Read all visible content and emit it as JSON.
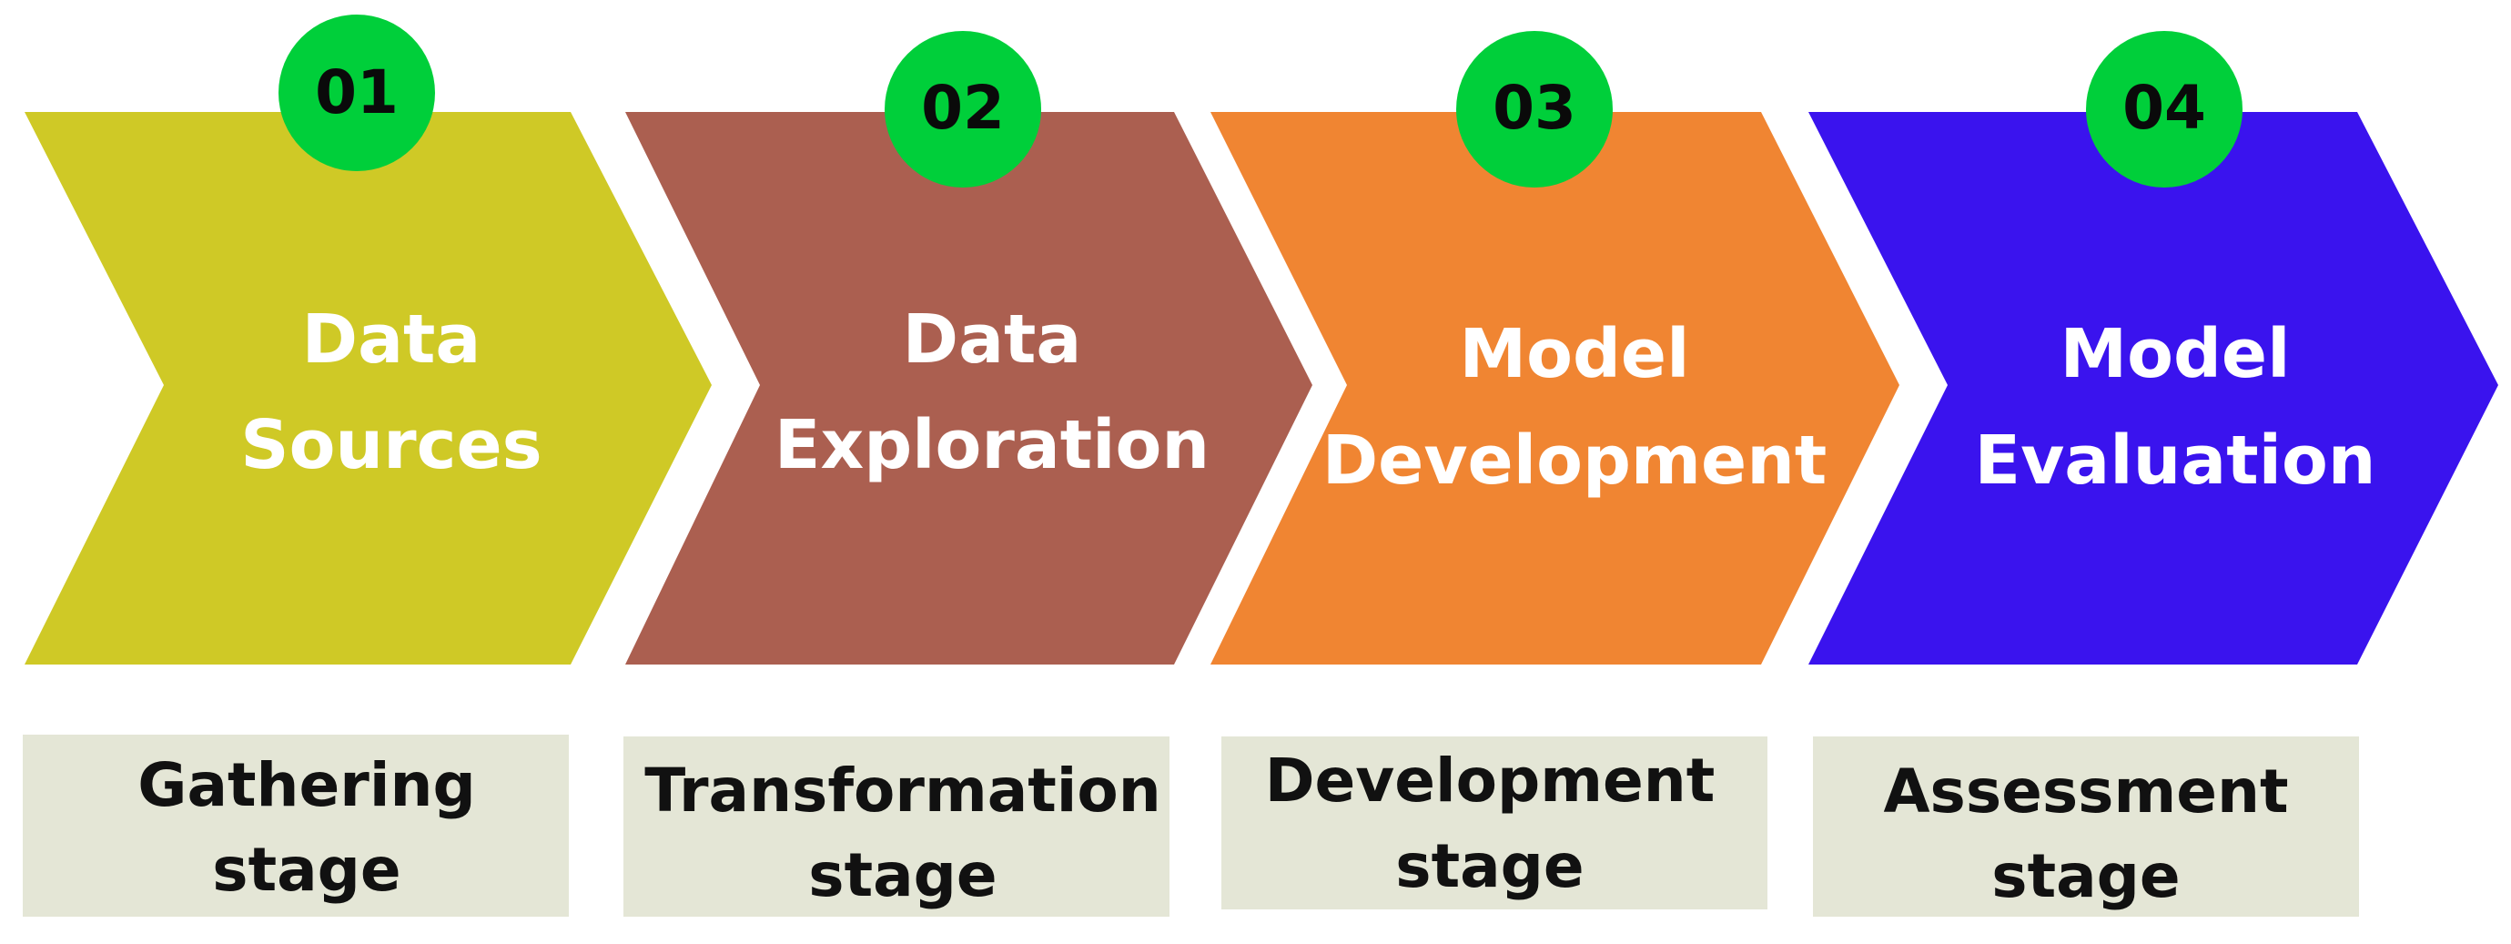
{
  "badge_color": "#00cf3a",
  "caption_bg_color": "#e4e6d6",
  "stages": [
    {
      "number": "01",
      "title_line1": "Data",
      "title_line2": "Sources",
      "caption_line1": "Gathering",
      "caption_line2": "stage",
      "color": "#cfc926"
    },
    {
      "number": "02",
      "title_line1": "Data",
      "title_line2": "Exploration",
      "caption_line1": "Transformation",
      "caption_line2": "stage",
      "color": "#ab5f50"
    },
    {
      "number": "03",
      "title_line1": "Model",
      "title_line2": "Development",
      "caption_line1": "Development",
      "caption_line2": "stage",
      "color": "#f08532"
    },
    {
      "number": "04",
      "title_line1": "Model",
      "title_line2": "Evaluation",
      "caption_line1": "Assessment",
      "caption_line2": "stage",
      "color": "#3a13ee"
    }
  ]
}
